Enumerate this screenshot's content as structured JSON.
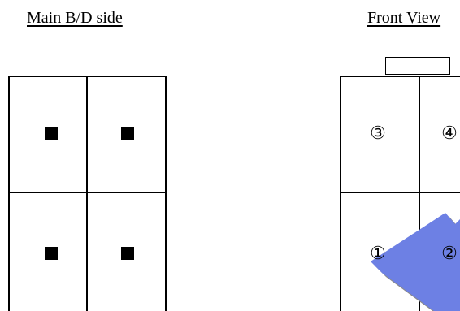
{
  "titles": {
    "main_side": "Main B/D side",
    "front_view": "Front View"
  },
  "main_grid": {
    "pins": [
      "filled-square",
      "filled-square",
      "filled-square",
      "filled-square"
    ]
  },
  "front_grid": {
    "positions": {
      "top_left": "③",
      "top_right": "④",
      "bottom_left": "①",
      "bottom_right": "②"
    }
  },
  "colors": {
    "line": "#000000",
    "watermark": "#6d80e4",
    "watermark_shadow": "#8a8a8a"
  }
}
